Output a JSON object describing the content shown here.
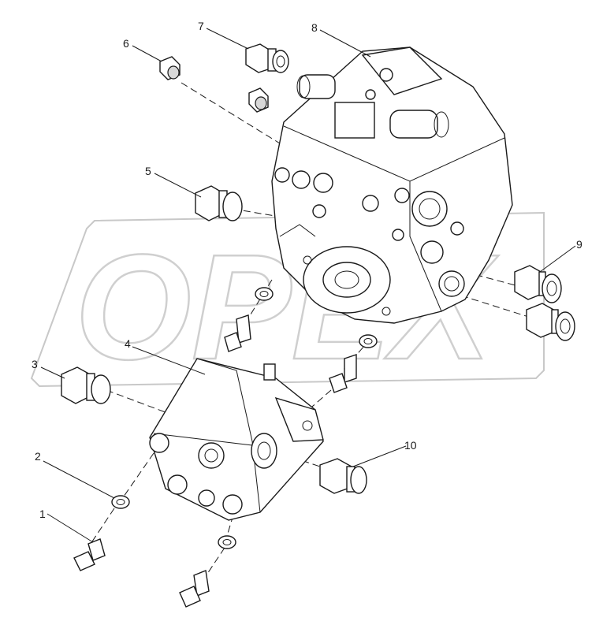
{
  "diagram": {
    "watermark": "OPEX",
    "callouts": [
      {
        "id": "1",
        "label": "1"
      },
      {
        "id": "2",
        "label": "2"
      },
      {
        "id": "3",
        "label": "3"
      },
      {
        "id": "4",
        "label": "4"
      },
      {
        "id": "5",
        "label": "5"
      },
      {
        "id": "6",
        "label": "6"
      },
      {
        "id": "7",
        "label": "7"
      },
      {
        "id": "8",
        "label": "8"
      },
      {
        "id": "9",
        "label": "9"
      },
      {
        "id": "10",
        "label": "10"
      }
    ]
  }
}
